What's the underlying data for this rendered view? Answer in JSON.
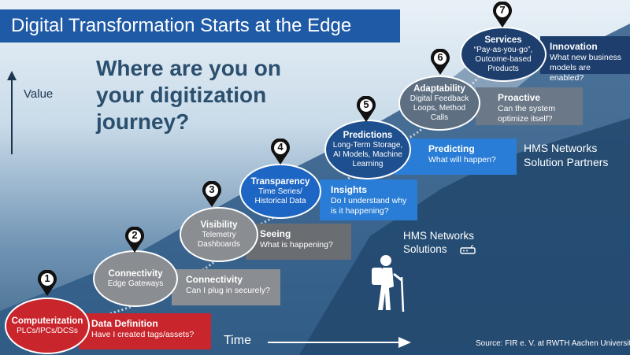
{
  "title": "Digital Transformation Starts at the Edge",
  "question": "Where are you on your digitization journey?",
  "axes": {
    "y_label": "Value",
    "x_label": "Time"
  },
  "source": "Source: FIR e. V. at RWTH Aachen University",
  "hms_solutions": "HMS Networks Solutions",
  "hms_partners": "HMS Networks Solution Partners",
  "stages": [
    {
      "number": "1",
      "title": "Computerization",
      "sub": "PLCs/IPCs/DCSs",
      "q_title": "Data Definition",
      "q_text": "Have I created tags/assets?"
    },
    {
      "number": "2",
      "title": "Connectivity",
      "sub": "Edge Gateways",
      "q_title": "Connectivity",
      "q_text": "Can I plug in securely?"
    },
    {
      "number": "3",
      "title": "Visibility",
      "sub": "Telemetry Dashboards",
      "q_title": "Seeing",
      "q_text": "What is happening?"
    },
    {
      "number": "4",
      "title": "Transparency",
      "sub": "Time Series/ Historical Data",
      "q_title": "Insights",
      "q_text": "Do I understand why is it happening?"
    },
    {
      "number": "5",
      "title": "Predictions",
      "sub": "Long-Term Storage, AI Models, Machine Learning",
      "q_title": "Predicting",
      "q_text": "What will happen?"
    },
    {
      "number": "6",
      "title": "Adaptability",
      "sub": "Digital Feedback Loops, Method Calls",
      "q_title": "Proactive",
      "q_text": "Can the system optimize itself?"
    },
    {
      "number": "7",
      "title": "Services",
      "sub": "“Pay-as-you-go”, Outcome-based Products",
      "q_title": "Innovation",
      "q_text": "What new business models are enabled?"
    }
  ],
  "colors": {
    "computerization": "#c8252c",
    "connectivity": "#8a8d91",
    "transparency": "#1e66c4",
    "adaptability": "#5e6f82",
    "services": "#1e3f6e",
    "title_bar": "#1f5aa6"
  },
  "icons": [
    "hiker-icon",
    "router-icon",
    "map-pin-icon",
    "arrow-up-icon",
    "arrow-right-icon"
  ]
}
